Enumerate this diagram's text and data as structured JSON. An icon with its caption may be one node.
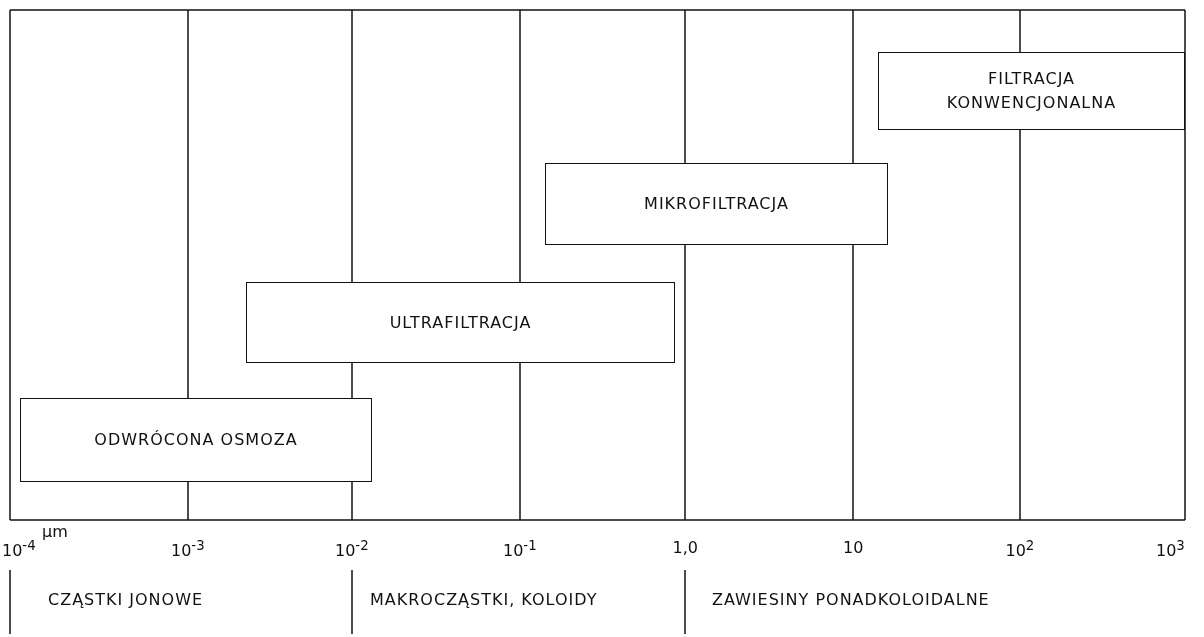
{
  "diagram": {
    "nodes": [
      {
        "text": [
          "FILTRACJA KONWENCJONALNA"
        ]
      },
      {
        "text": [
          "MIKROFILTRACJA"
        ]
      },
      {
        "text": [
          "ULTRAFILTRACJA"
        ]
      },
      {
        "text": [
          "ODWRÓCONA OSMOZA"
        ]
      }
    ],
    "labels": [
      "μm",
      "10$^{-4}$",
      "10$^{-3}$",
      "10$^{-2}$",
      "10$^{-1}$",
      "1,0",
      "10",
      "10$^{2}$",
      "10$^{3}$",
      "CZĄSTKI JONOWE",
      "MAKROCZĄSTKI, KOLOIDY",
      "ZAWIESINY PONADKOLOIDALNE"
    ]
  }
}
